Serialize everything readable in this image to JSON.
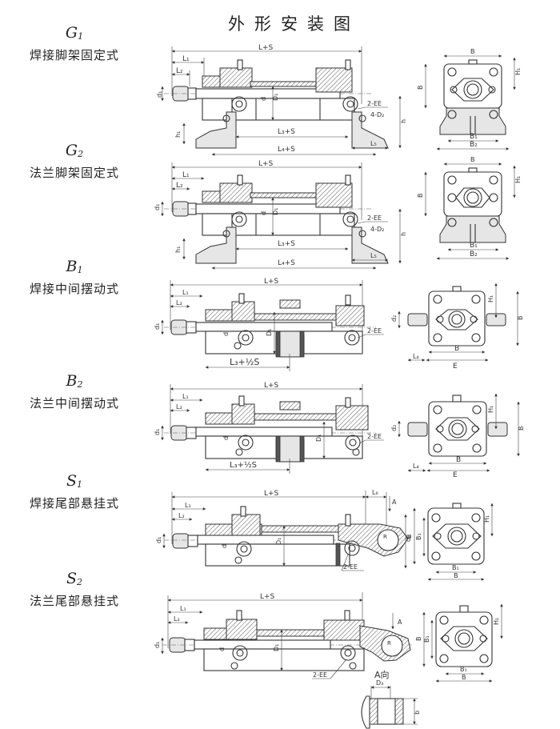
{
  "page": {
    "title": "外形安装图"
  },
  "modes": [
    {
      "id": "G1",
      "letter": "G",
      "sub": "1",
      "name": "焊接脚架固定式"
    },
    {
      "id": "G2",
      "letter": "G",
      "sub": "2",
      "name": "法兰脚架固定式"
    },
    {
      "id": "B1",
      "letter": "B",
      "sub": "1",
      "name": "焊接中间摆动式"
    },
    {
      "id": "B2",
      "letter": "B",
      "sub": "2",
      "name": "法兰中间摆动式"
    },
    {
      "id": "S1",
      "letter": "S",
      "sub": "1",
      "name": "焊接尾部悬挂式"
    },
    {
      "id": "S2",
      "letter": "S",
      "sub": "2",
      "name": "法兰尾部悬挂式"
    }
  ],
  "dims": {
    "L_plus_S": "L+S",
    "L1": "L₁",
    "L2": "L₂",
    "L3_plus_S": "L₃+S",
    "L4_plus_S": "L₄+S",
    "L3_half_S": "L₃+½S",
    "L4": "L₄",
    "L5": "L₅",
    "L6": "L₆",
    "d": "d",
    "d1": "d₁",
    "d2": "d₂",
    "D1": "D₁",
    "h": "h",
    "h1": "h₁",
    "H1": "H₁",
    "B": "B",
    "B1": "B₁",
    "B2": "B₂",
    "E": "E",
    "A": "A",
    "b": "b",
    "R": "R",
    "D2": "D₂",
    "D3": "D₃",
    "ports": "2-EE",
    "bolts": "4-D₂",
    "view_a": "A向"
  }
}
